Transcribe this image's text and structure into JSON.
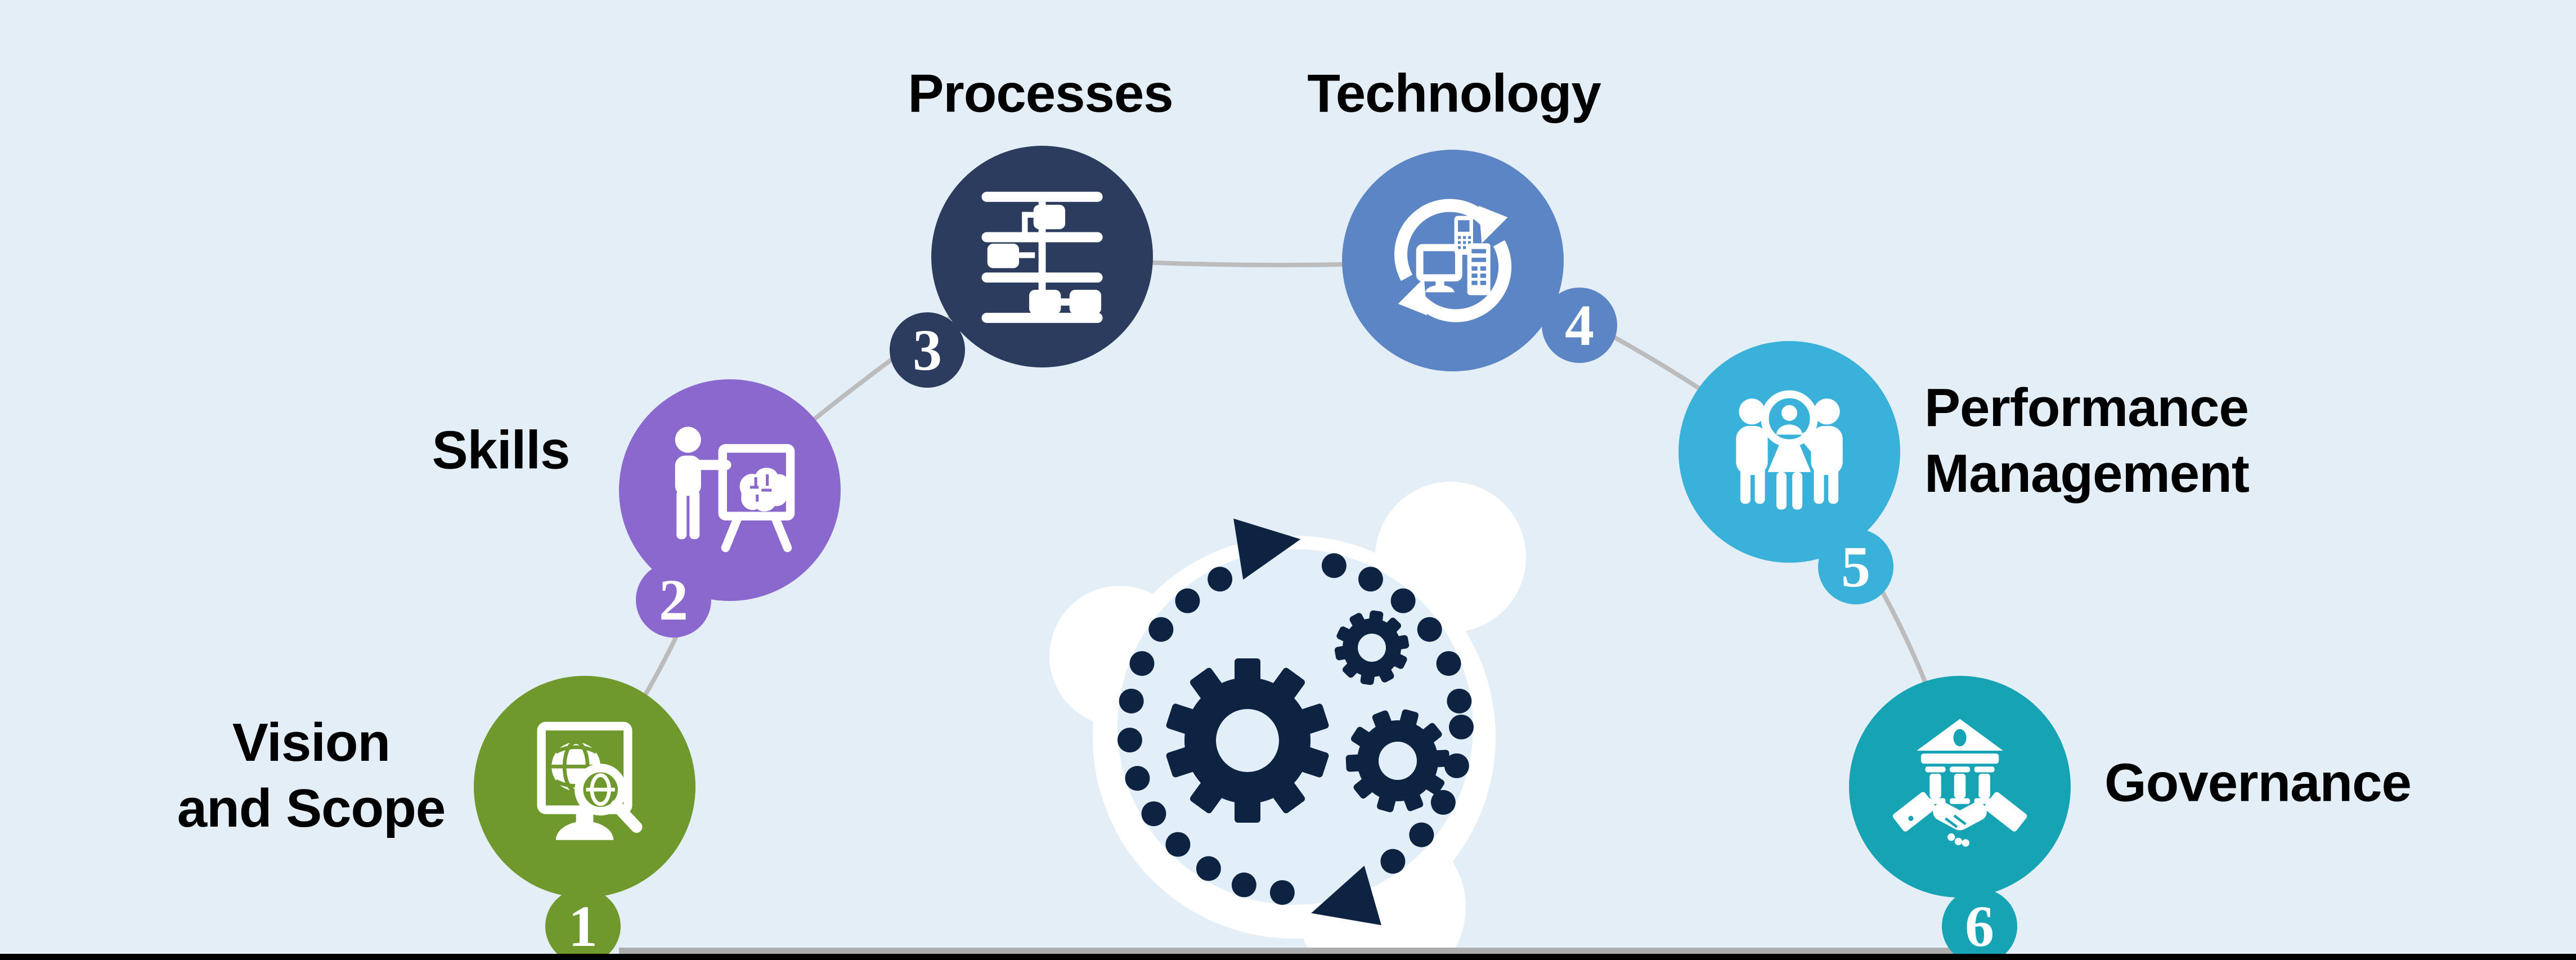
{
  "diagram": {
    "steps": [
      {
        "number": "1",
        "label": "Vision and Scope",
        "label_lines": [
          "Vision",
          "and Scope"
        ],
        "color": "#6f992c",
        "icon": "monitor-globe-magnifier-icon"
      },
      {
        "number": "2",
        "label": "Skills",
        "label_lines": [
          "Skills"
        ],
        "color": "#8a68ce",
        "icon": "presenter-brain-board-icon"
      },
      {
        "number": "3",
        "label": "Processes",
        "label_lines": [
          "Processes"
        ],
        "color": "#2b3c5f",
        "icon": "flowchart-icon"
      },
      {
        "number": "4",
        "label": "Technology",
        "label_lines": [
          "Technology"
        ],
        "color": "#5c85c5",
        "icon": "devices-cycle-icon"
      },
      {
        "number": "5",
        "label": "Performance Management",
        "label_lines": [
          "Performance",
          "Management"
        ],
        "color": "#39b1d9",
        "icon": "people-magnifier-icon"
      },
      {
        "number": "6",
        "label": "Governance",
        "label_lines": [
          "Governance"
        ],
        "color": "#16a4b5",
        "icon": "bank-handshake-icon"
      }
    ],
    "center_icon": "gears-cycle-icon"
  },
  "colors": {
    "background": "#e3eef7",
    "connector_line": "#bcbcbc",
    "label_text": "#000000",
    "badge_text": "#ffffff",
    "gear_navy": "#0d2342",
    "cloud_white": "#ffffff",
    "cloud_inner": "#e2eef8",
    "bottom_bar_black": "#000000",
    "bottom_bar_gray": "#adadad"
  }
}
